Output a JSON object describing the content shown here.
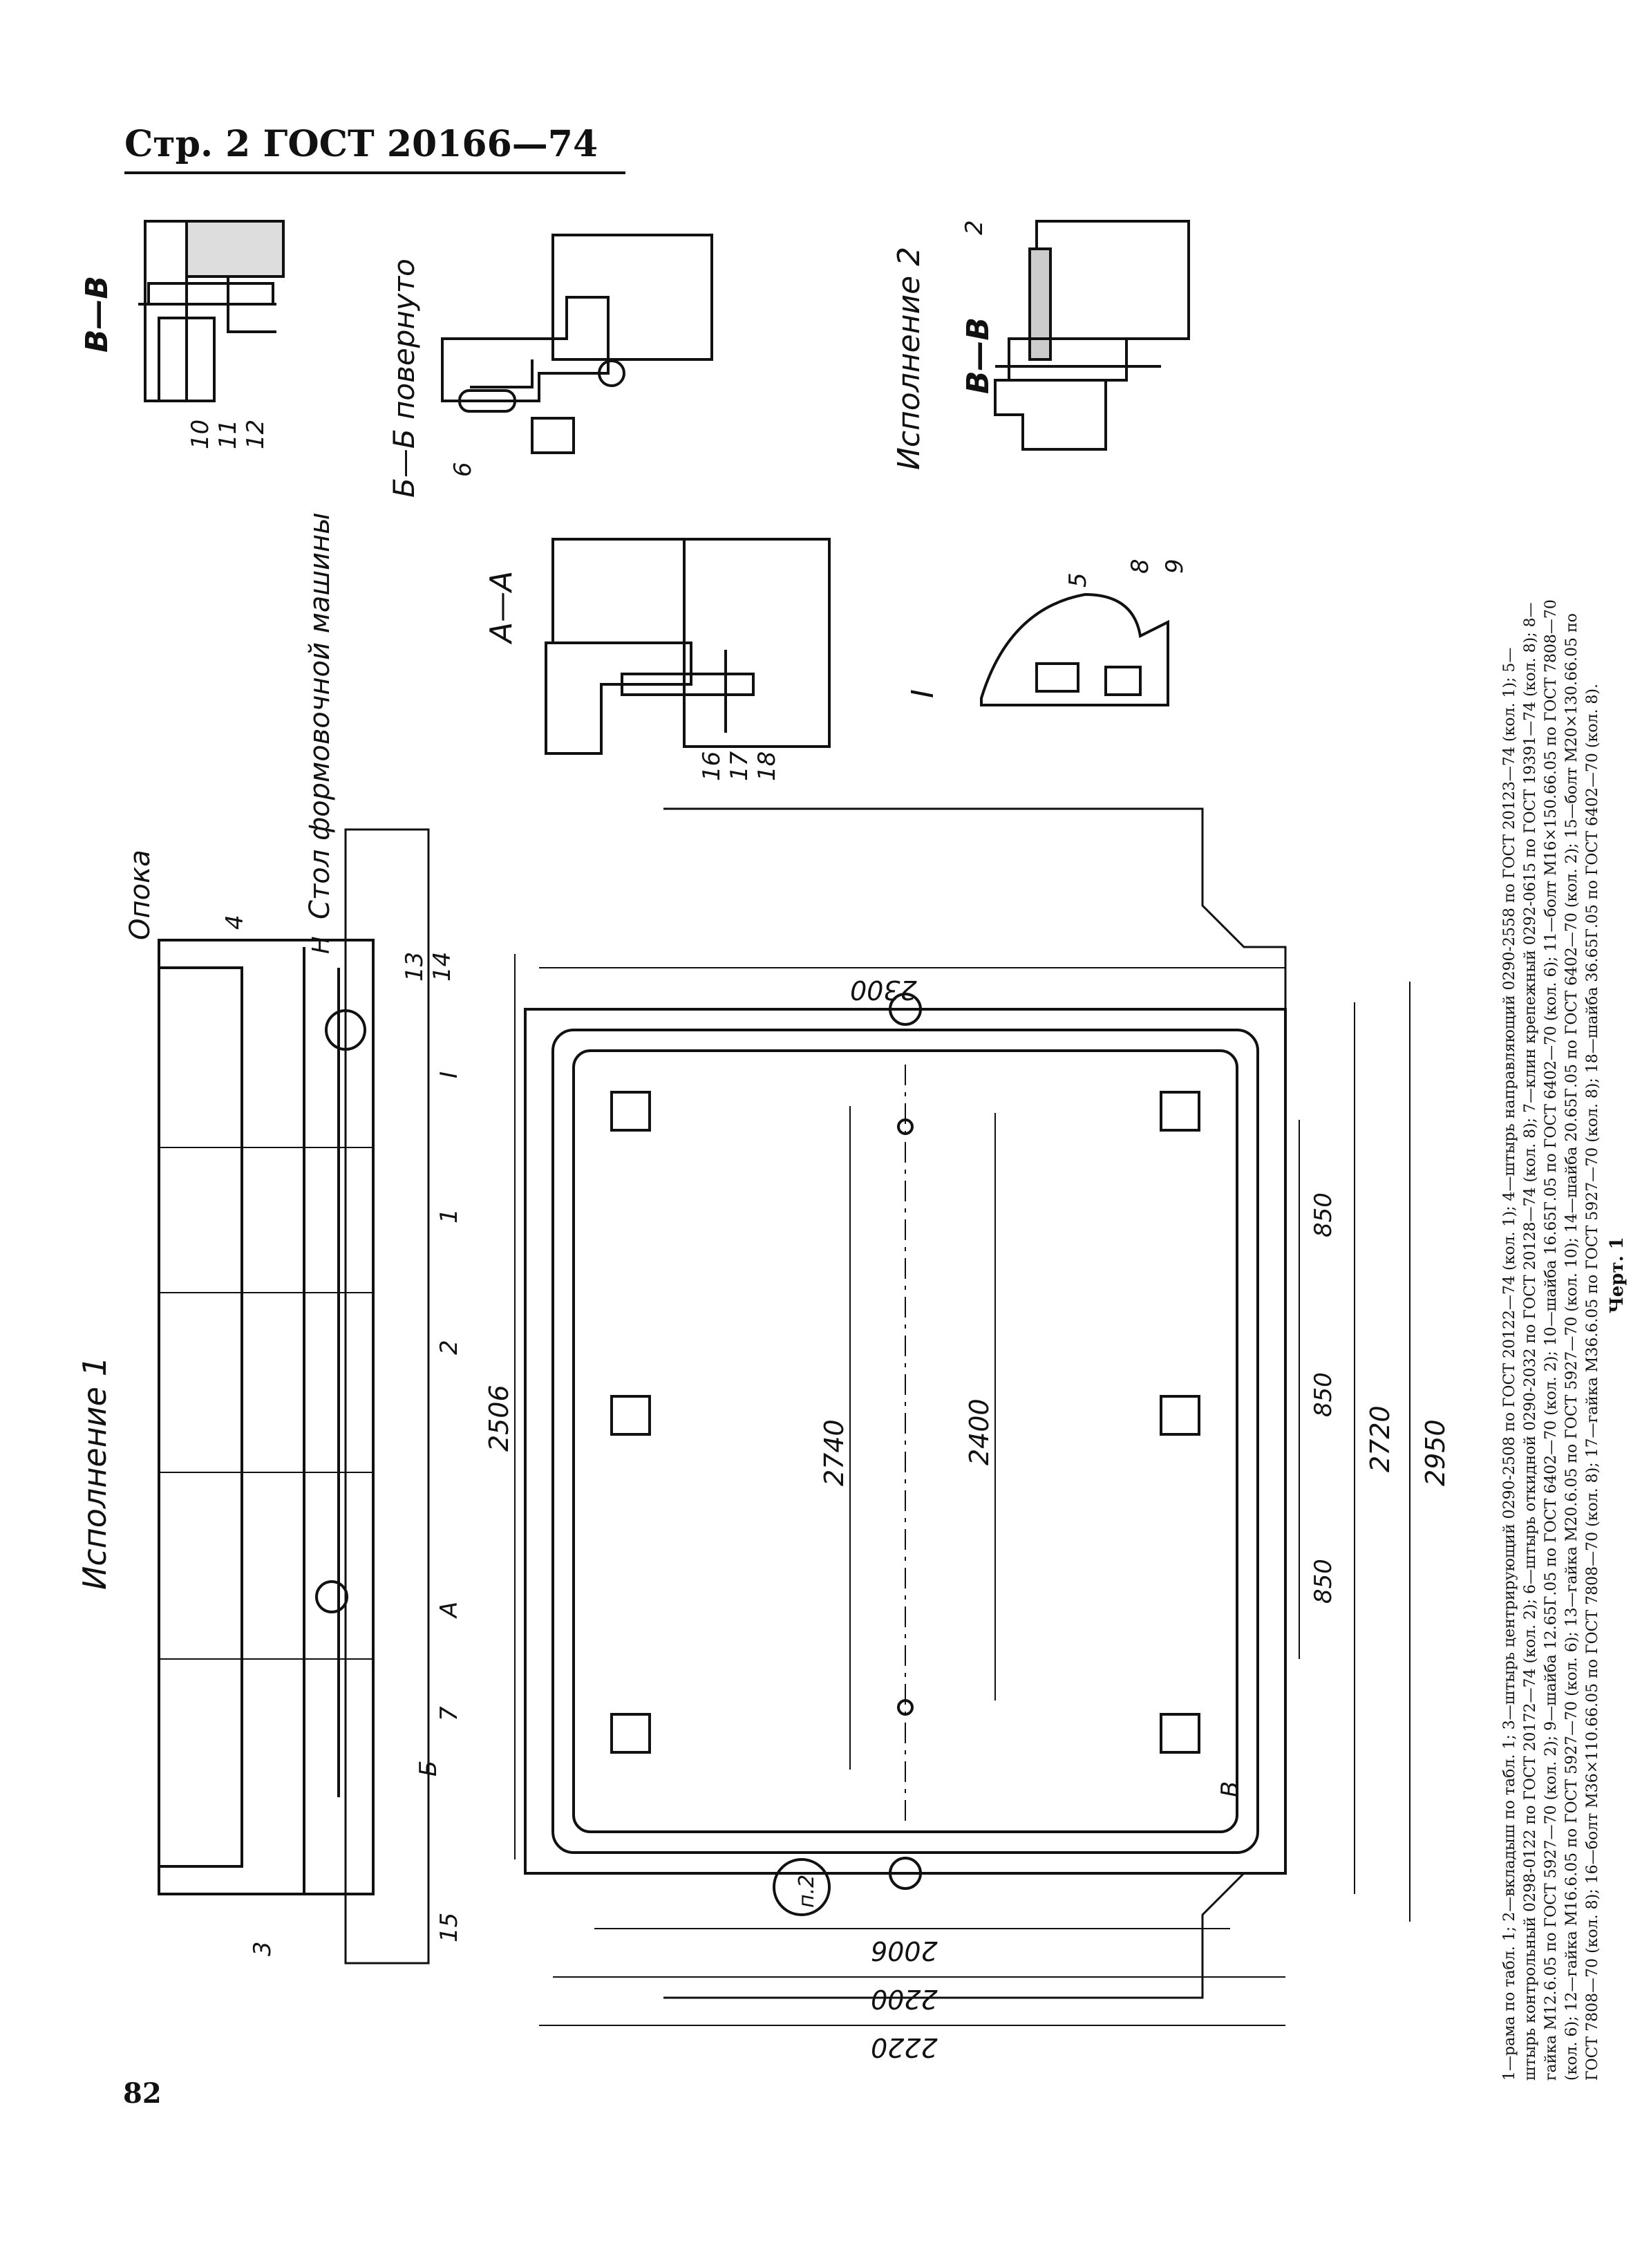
{
  "header": {
    "page_label": "Стр. 2",
    "standard": "ГОСТ 20166—74"
  },
  "page_number": "82",
  "views": {
    "version1": "Исполнение 1",
    "version2": "Исполнение 2",
    "section_vv": "В—В",
    "section_bb": "Б—Б повернуто",
    "section_aa": "А—А",
    "detail_I": "I",
    "table_label": "Стол формовочной машины",
    "flask_label": "Опока",
    "height_label": "Н"
  },
  "callouts": {
    "c10": "10",
    "c11": "11",
    "c12": "12",
    "c6": "6",
    "c16": "16",
    "c17": "17",
    "c18": "18",
    "c5": "5",
    "c8": "8",
    "c9": "9",
    "c2v": "2",
    "c4": "4",
    "c13": "13",
    "c14": "14",
    "c1": "1",
    "c2": "2",
    "c7": "7",
    "c3": "3",
    "c15": "15",
    "cI": "I",
    "cA": "А",
    "cB": "Б",
    "cV": "В",
    "p2": "п.2"
  },
  "dimensions": {
    "d2506": "2506",
    "d2400": "2400",
    "d2740": "2740",
    "d850a": "850",
    "d850b": "850",
    "d850c": "850",
    "d2720": "2720",
    "d2950": "2950",
    "d2300": "2300",
    "d2006": "2006",
    "d2200": "2200",
    "d2220": "2220"
  },
  "legend": {
    "line1": "1—рама по табл. 1; 2—вкладыш по табл. 1; 3—штырь центрирующий 0290-2508 по ГОСТ 20122—74 (кол. 1); 4—штырь направляющий 0290-2558 по ГОСТ 20123—74 (кол. 1); 5—",
    "line2": "штырь контрольный 0298-0122 по ГОСТ 20172—74 (кол. 2); 6—штырь откидной 0290-2032 по ГОСТ 20128—74 (кол. 8); 7—клин крепежный 0292-0615 по ГОСТ 19391—74 (кол. 8); 8—",
    "line3": "гайка М12.6.05 по ГОСТ 5927—70 (кол. 2); 9—шайба 12.65Г.05 по ГОСТ 6402—70 (кол. 2); 10—шайба 16.65Г.05 по ГОСТ 6402—70 (кол. 6); 11—болт М16×150.66.05 по ГОСТ 7808—70",
    "line4": "(кол. 6); 12—гайка М16.6.05 по ГОСТ 5927—70 (кол. 6); 13—гайка М20.6.05 по ГОСТ 5927—70 (кол. 10); 14—шайба 20.65Г.05 по ГОСТ 6402—70 (кол. 2); 15—болт М20×130.66.05 по",
    "line5": "ГОСТ 7808—70 (кол. 8); 16—болт М36×110.66.05 по ГОСТ 7808—70 (кол. 8); 17—гайка М36.6.05 по ГОСТ 5927—70 (кол. 8); 18—шайба 36.65Г.05 по ГОСТ 6402—70 (кол. 8).",
    "caption": "Черт. 1"
  }
}
